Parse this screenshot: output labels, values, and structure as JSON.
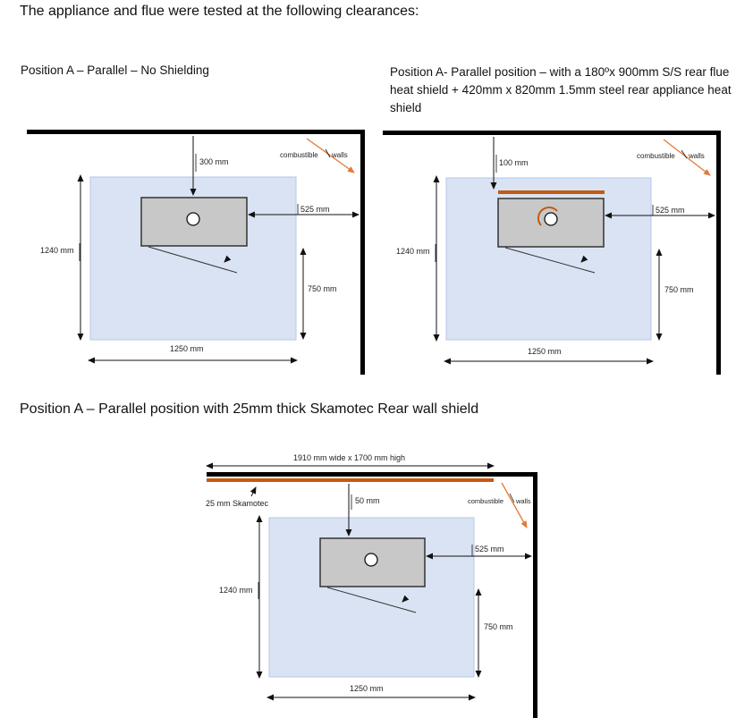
{
  "page": {
    "heading": "The appliance and flue were tested at the following clearances:"
  },
  "diagram1": {
    "caption": "Position A – Parallel – No Shielding",
    "rear_clearance": "300 mm",
    "side_clearance": "525 mm",
    "front_depth": "750 mm",
    "height": "1240 mm",
    "width": "1250 mm",
    "combustible": "combustible",
    "walls": "walls"
  },
  "diagram2": {
    "caption": "Position A- Parallel position – with a 180ºx 900mm S/S rear flue heat shield + 420mm x 820mm 1.5mm steel rear appliance heat shield",
    "rear_clearance": "100 mm",
    "side_clearance": "525 mm",
    "front_depth": "750 mm",
    "height": "1240 mm",
    "width": "1250 mm",
    "combustible": "combustible",
    "walls": "walls"
  },
  "diagram3": {
    "caption": "Position A – Parallel position with 25mm thick Skamotec Rear wall shield",
    "shield_size": "1910 mm wide x 1700 mm high",
    "shield_label": "25 mm Skamotec",
    "rear_clearance": "50 mm",
    "side_clearance": "525 mm",
    "front_depth": "750 mm",
    "height": "1240 mm",
    "width": "1250 mm",
    "combustible": "combustible",
    "walls": "walls"
  },
  "colors": {
    "hearth_fill": "#dae3f3",
    "hearth_stroke": "#b4c7e7",
    "stove_fill": "#c8c8c8",
    "wall": "#000000",
    "shield_orange": "#c55a11",
    "arrow_orange": "#e07b39"
  }
}
